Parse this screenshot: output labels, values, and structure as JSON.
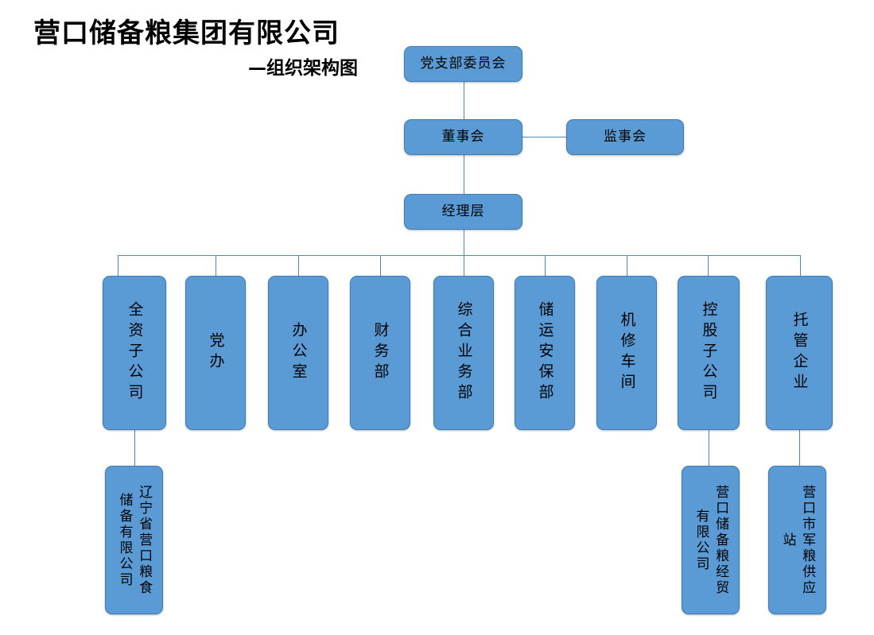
{
  "header": {
    "company_title": "营口储备粮集团有限公司",
    "subtitle": "—组织架构图"
  },
  "theme": {
    "node_fill": "#5B9BD5",
    "node_border": "#3E7CB1",
    "connector": "#4A89C4",
    "text": "#000000",
    "background": "#FFFFFF"
  },
  "chart_data": {
    "type": "diagram",
    "diagram_kind": "organization-chart",
    "title": "营口储备粮集团有限公司—组织架构图",
    "nodes": [
      {
        "id": "party-committee",
        "label": "党支部委员会",
        "level": 0,
        "orientation": "horizontal"
      },
      {
        "id": "board-of-directors",
        "label": "董事会",
        "level": 1,
        "orientation": "horizontal"
      },
      {
        "id": "board-of-supervisors",
        "label": "监事会",
        "level": 1,
        "orientation": "horizontal"
      },
      {
        "id": "management",
        "label": "经理层",
        "level": 2,
        "orientation": "horizontal"
      },
      {
        "id": "dept-wholly-owned",
        "label": "全资子公司",
        "level": 3,
        "orientation": "vertical"
      },
      {
        "id": "dept-party-office",
        "label": "党办",
        "level": 3,
        "orientation": "vertical"
      },
      {
        "id": "dept-office",
        "label": "办公室",
        "level": 3,
        "orientation": "vertical"
      },
      {
        "id": "dept-finance",
        "label": "财务部",
        "level": 3,
        "orientation": "vertical"
      },
      {
        "id": "dept-general-business",
        "label": "综合业务部",
        "level": 3,
        "orientation": "vertical"
      },
      {
        "id": "dept-storage-security",
        "label": "储运安保部",
        "level": 3,
        "orientation": "vertical"
      },
      {
        "id": "dept-repair-workshop",
        "label": "机修车间",
        "level": 3,
        "orientation": "vertical"
      },
      {
        "id": "dept-holding-subsidiary",
        "label": "控股子公司",
        "level": 3,
        "orientation": "vertical"
      },
      {
        "id": "dept-entrusted-enterprise",
        "label": "托管企业",
        "level": 3,
        "orientation": "vertical"
      },
      {
        "id": "sub-liaoning-yingkou-grain",
        "label": "辽宁省营口粮食储备有限公司",
        "level": 4,
        "orientation": "vertical-multicolumn",
        "parent": "dept-wholly-owned"
      },
      {
        "id": "sub-yingkou-grain-trade",
        "label": "营口储备粮经贸有限公司",
        "level": 4,
        "orientation": "vertical-multicolumn",
        "parent": "dept-holding-subsidiary"
      },
      {
        "id": "sub-military-grain-station",
        "label": "营口市军粮供应站",
        "level": 4,
        "orientation": "vertical-multicolumn",
        "parent": "dept-entrusted-enterprise"
      }
    ],
    "edges": [
      {
        "from": "party-committee",
        "to": "board-of-directors"
      },
      {
        "from": "board-of-directors",
        "to": "board-of-supervisors"
      },
      {
        "from": "board-of-directors",
        "to": "management"
      },
      {
        "from": "management",
        "to": "dept-wholly-owned"
      },
      {
        "from": "management",
        "to": "dept-party-office"
      },
      {
        "from": "management",
        "to": "dept-office"
      },
      {
        "from": "management",
        "to": "dept-finance"
      },
      {
        "from": "management",
        "to": "dept-general-business"
      },
      {
        "from": "management",
        "to": "dept-storage-security"
      },
      {
        "from": "management",
        "to": "dept-repair-workshop"
      },
      {
        "from": "management",
        "to": "dept-holding-subsidiary"
      },
      {
        "from": "management",
        "to": "dept-entrusted-enterprise"
      },
      {
        "from": "dept-wholly-owned",
        "to": "sub-liaoning-yingkou-grain"
      },
      {
        "from": "dept-holding-subsidiary",
        "to": "sub-yingkou-grain-trade"
      },
      {
        "from": "dept-entrusted-enterprise",
        "to": "sub-military-grain-station"
      }
    ]
  }
}
